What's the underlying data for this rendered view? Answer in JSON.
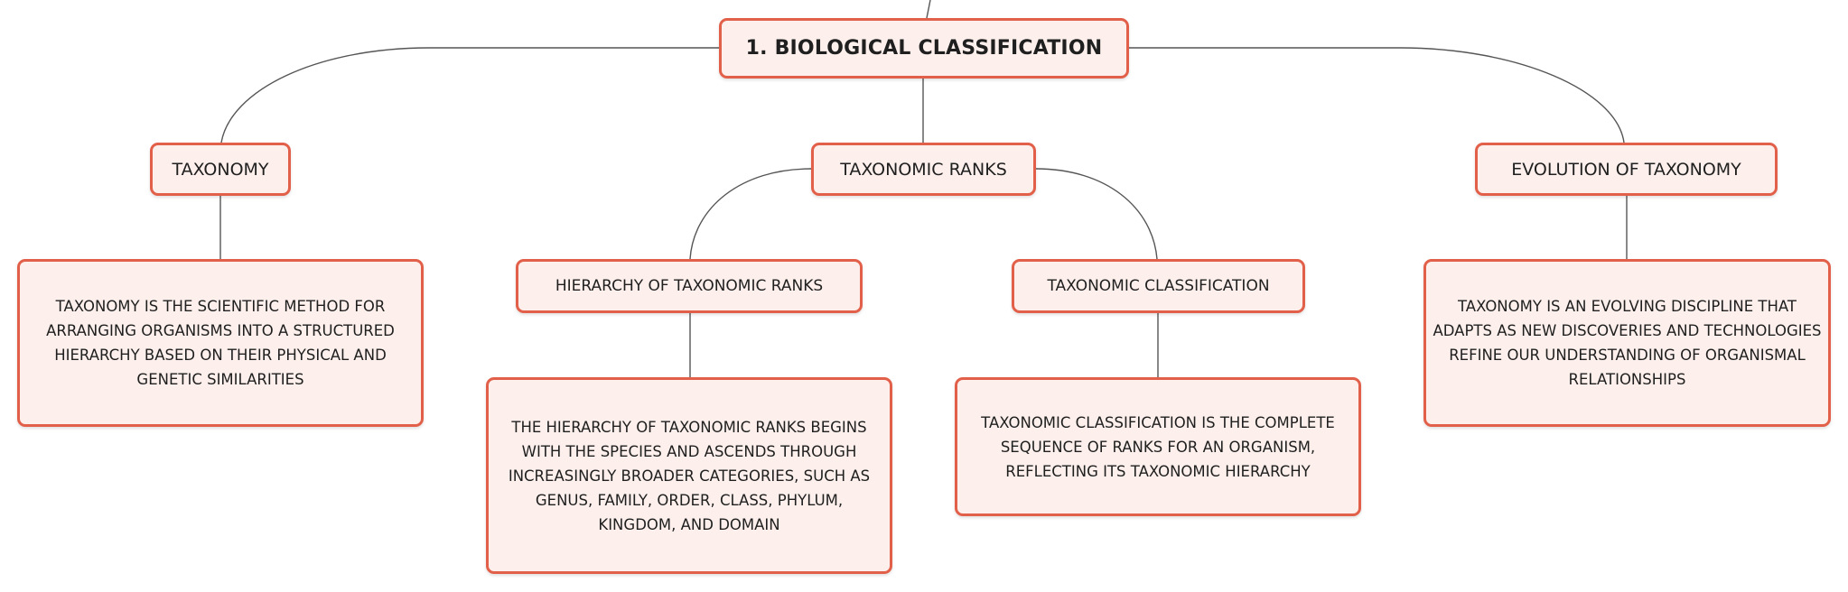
{
  "diagram": {
    "colors": {
      "node_fill": "#fdf0ec",
      "node_border": "#e2604a",
      "connector": "#555555",
      "text": "#1f1f1f"
    },
    "root": {
      "label": "1. BIOLOGICAL CLASSIFICATION"
    },
    "topics": [
      {
        "label": "TAXONOMY",
        "description": "TAXONOMY IS THE SCIENTIFIC METHOD FOR ARRANGING ORGANISMS INTO A STRUCTURED HIERARCHY BASED ON THEIR PHYSICAL AND GENETIC SIMILARITIES"
      },
      {
        "label": "TAXONOMIC RANKS",
        "subtopics": [
          {
            "label": "HIERARCHY OF TAXONOMIC RANKS",
            "description": "THE HIERARCHY OF TAXONOMIC RANKS BEGINS WITH THE SPECIES AND ASCENDS THROUGH INCREASINGLY BROADER CATEGORIES, SUCH AS GENUS, FAMILY, ORDER, CLASS, PHYLUM, KINGDOM, AND DOMAIN"
          },
          {
            "label": "TAXONOMIC CLASSIFICATION",
            "description": "TAXONOMIC CLASSIFICATION IS THE COMPLETE SEQUENCE OF RANKS FOR AN ORGANISM, REFLECTING ITS TAXONOMIC HIERARCHY"
          }
        ]
      },
      {
        "label": "EVOLUTION OF TAXONOMY",
        "description": "TAXONOMY IS AN EVOLVING DISCIPLINE THAT ADAPTS AS NEW DISCOVERIES AND TECHNOLOGIES REFINE OUR UNDERSTANDING OF ORGANISMAL RELATIONSHIPS"
      }
    ]
  }
}
